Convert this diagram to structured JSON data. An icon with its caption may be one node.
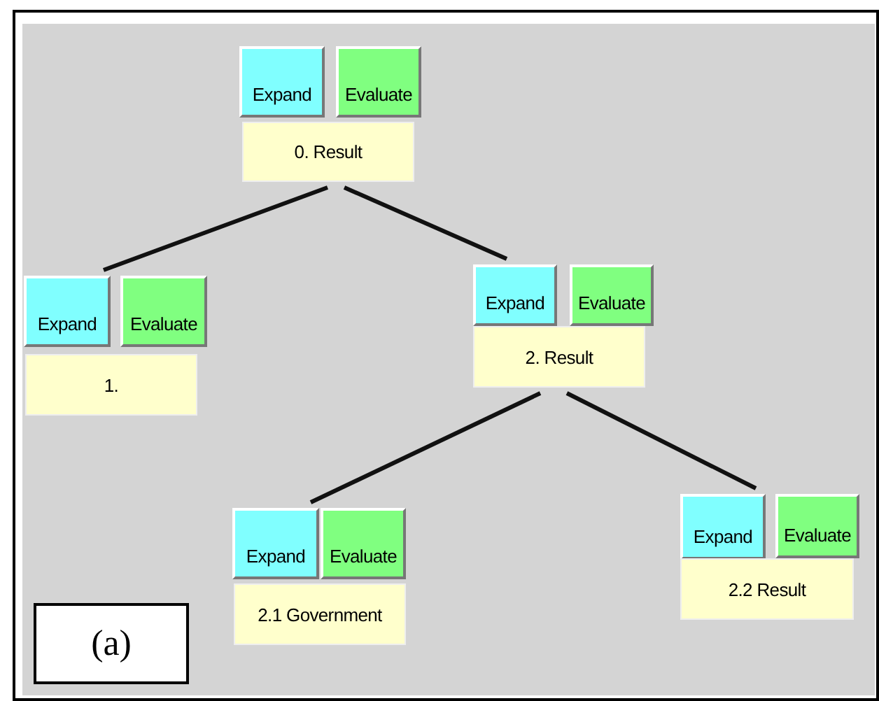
{
  "diagram": {
    "nodes": [
      {
        "text": [
          "Expand"
        ]
      },
      {
        "text": [
          "Evaluate"
        ]
      },
      {
        "text": [
          "0. Result"
        ]
      },
      {
        "text": [
          "Expand"
        ]
      },
      {
        "text": [
          "Evaluate"
        ]
      },
      {
        "text": [
          "1."
        ]
      },
      {
        "text": [
          "Expand"
        ]
      },
      {
        "text": [
          "Evaluate"
        ]
      },
      {
        "text": [
          "2. Result"
        ]
      },
      {
        "text": [
          "Expand"
        ]
      },
      {
        "text": [
          "Evaluate"
        ]
      },
      {
        "text": [
          "2.1 Government"
        ]
      },
      {
        "text": [
          "Expand"
        ]
      },
      {
        "text": [
          "Evaluate"
        ]
      },
      {
        "text": [
          "2.2 Result"
        ]
      },
      {
        "text": [
          "(a)"
        ]
      }
    ],
    "edges": [
      {
        "from": 2,
        "to": 3,
        "arrow": "none"
      },
      {
        "from": 2,
        "to": 6,
        "arrow": "none"
      },
      {
        "from": 8,
        "to": 9,
        "arrow": "none"
      },
      {
        "from": 8,
        "to": 12,
        "arrow": "none"
      }
    ]
  }
}
